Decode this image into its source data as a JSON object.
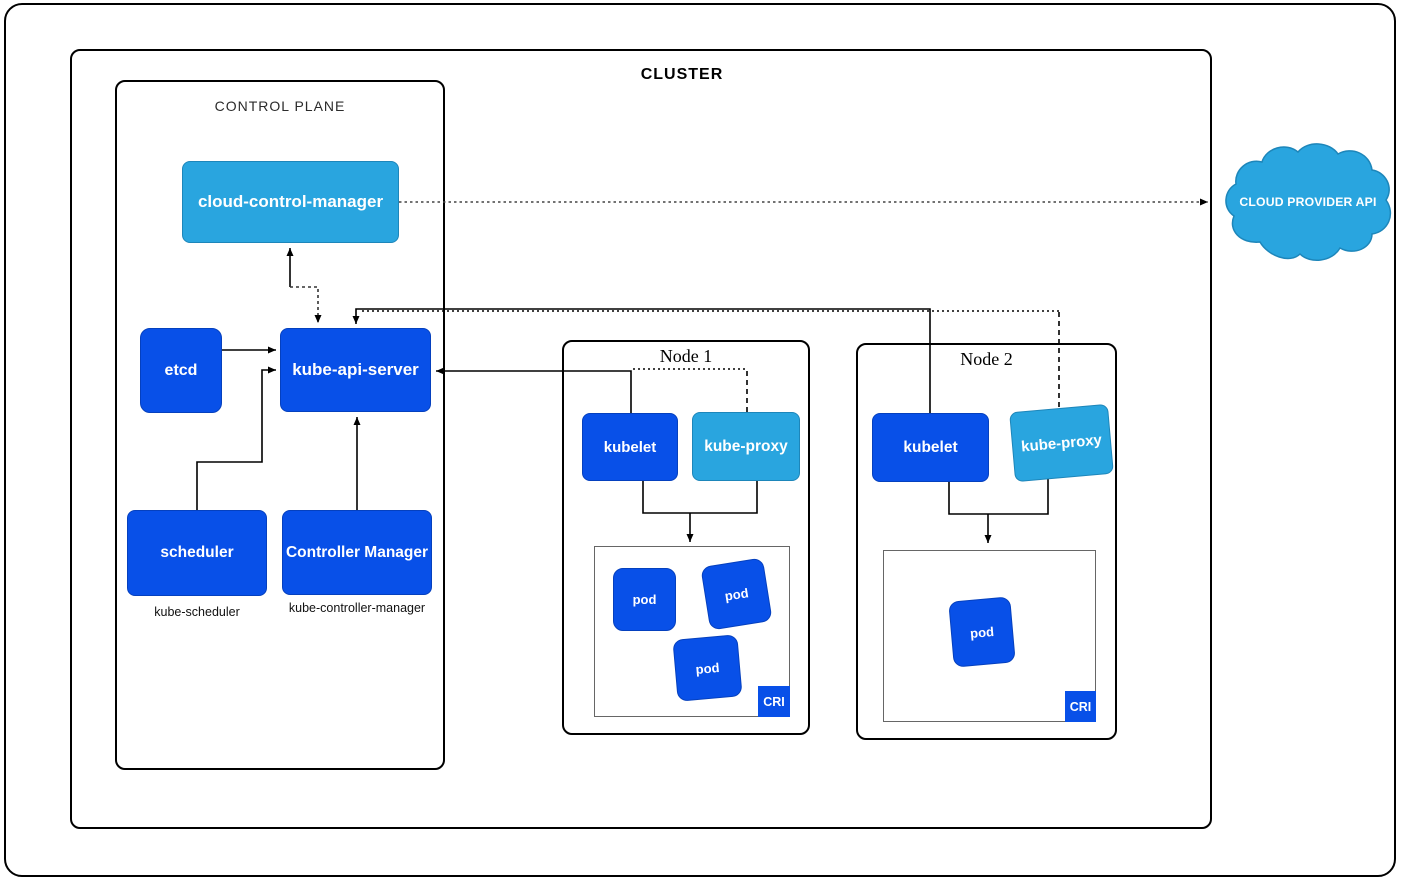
{
  "colors": {
    "dark_blue": "#0850E8",
    "dark_blue_border": "#0540BE",
    "light_blue": "#29A5DF",
    "light_blue_border": "#1D86BA",
    "line": "#000000",
    "pods_border": "#666666"
  },
  "cluster": {
    "title": "CLUSTER"
  },
  "control_plane": {
    "title": "CONTROL PLANE",
    "cloud_control_manager": "cloud-control-manager",
    "etcd": "etcd",
    "kube_api_server": "kube-api-server",
    "scheduler": "scheduler",
    "controller_manager": "Controller Manager",
    "scheduler_caption": "kube-scheduler",
    "controller_manager_caption": "kube-controller-manager"
  },
  "node1": {
    "title": "Node 1",
    "kubelet": "kubelet",
    "kube_proxy": "kube-proxy",
    "pods": [
      "pod",
      "pod",
      "pod"
    ],
    "cri": "CRI"
  },
  "node2": {
    "title": "Node 2",
    "kubelet": "kubelet",
    "kube_proxy": "kube-proxy",
    "pods": [
      "pod"
    ],
    "cri": "CRI"
  },
  "cloud_provider": {
    "label": "CLOUD PROVIDER API"
  }
}
